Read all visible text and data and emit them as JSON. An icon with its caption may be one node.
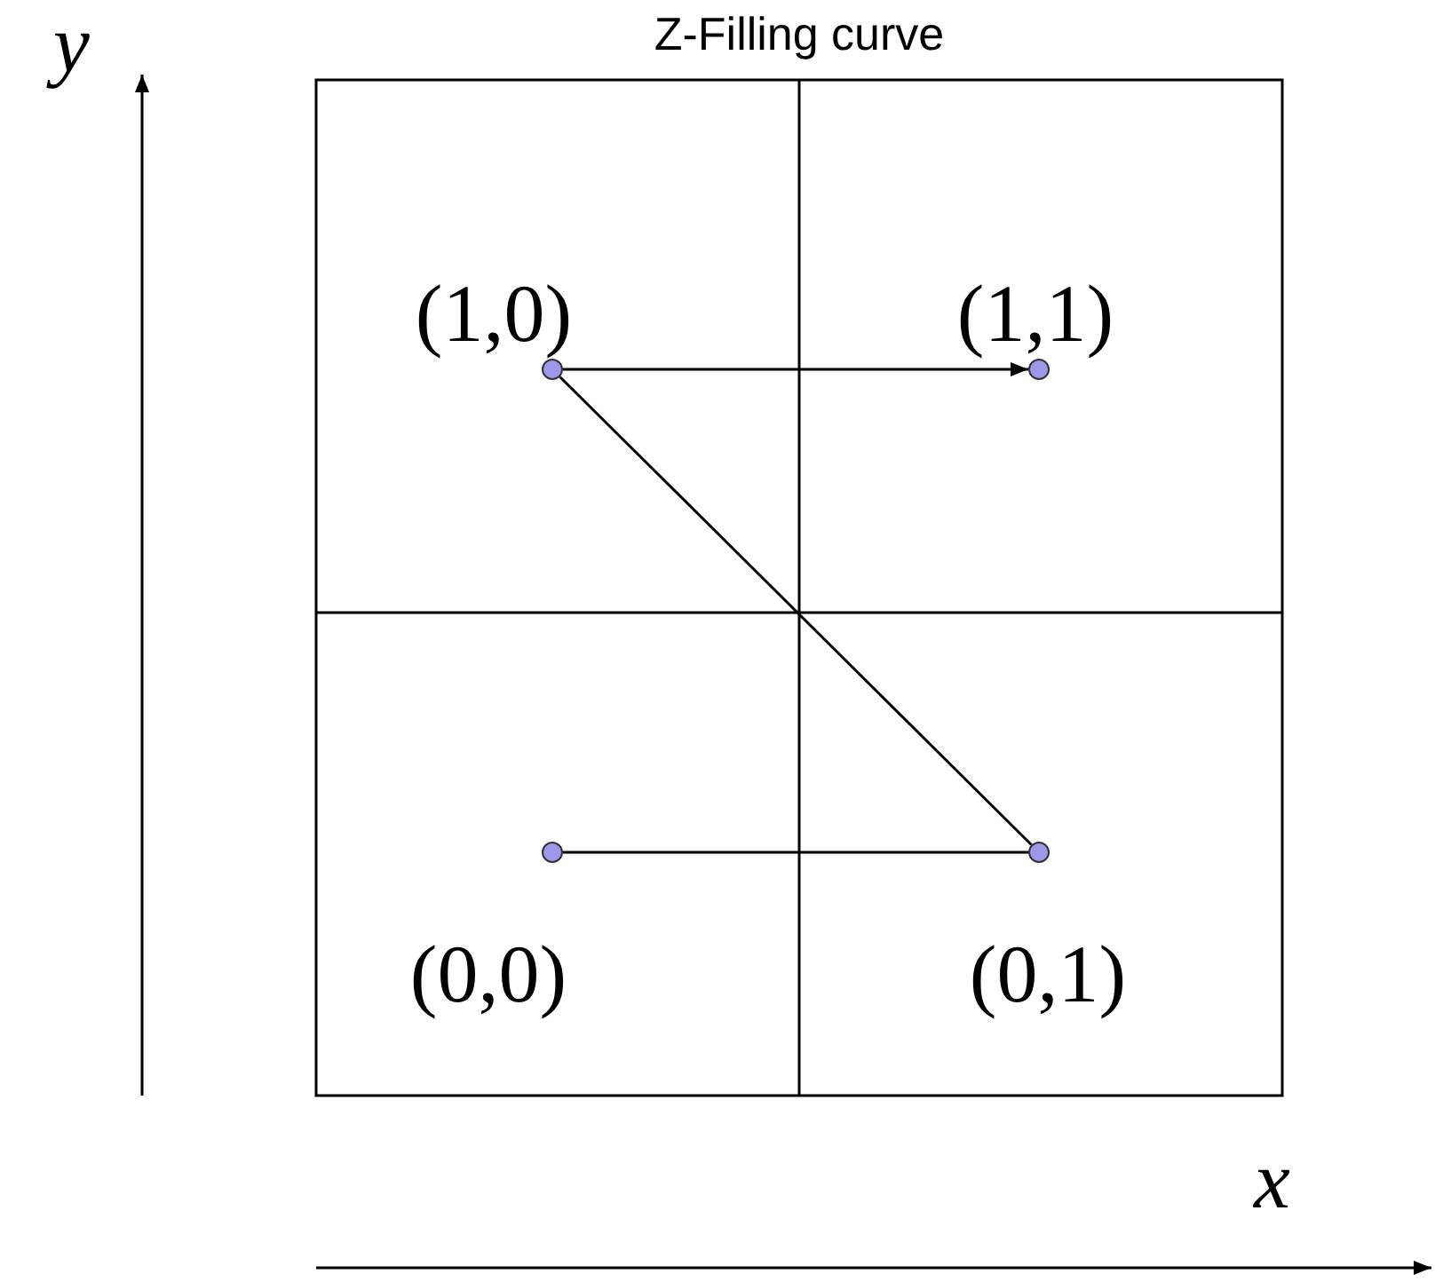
{
  "diagram": {
    "title": "Z-Filling curve",
    "nodes": [
      {
        "text": [],
        "shape": "circle",
        "beside": [
          "(1,0)"
        ]
      },
      {
        "text": [],
        "shape": "circle",
        "beside": [
          "(1,1)"
        ]
      },
      {
        "text": [],
        "shape": "circle",
        "beside": [
          "(0,0)"
        ]
      },
      {
        "text": [],
        "shape": "circle",
        "beside": [
          "(0,1)"
        ]
      }
    ],
    "edges": [
      {
        "from": 2,
        "to": 3,
        "arrow": "none"
      },
      {
        "from": 3,
        "to": 0,
        "arrow": "none"
      },
      {
        "from": 0,
        "to": 1,
        "arrow": "to"
      }
    ],
    "labels": [
      "y",
      "x"
    ]
  }
}
